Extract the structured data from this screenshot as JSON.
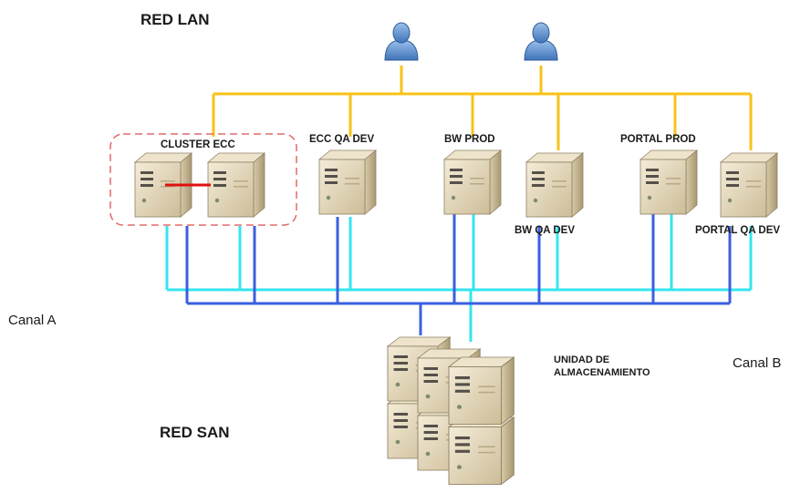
{
  "titles": {
    "lan": "RED LAN",
    "san": "RED SAN"
  },
  "channels": {
    "a": "Canal A",
    "b": "Canal B"
  },
  "server_labels": {
    "cluster": "CLUSTER ECC",
    "ecc_qa_dev": "ECC QA DEV",
    "bw_prod": "BW PROD",
    "bw_qa_dev": "BW QA DEV",
    "portal_prod": "PORTAL PROD",
    "portal_qa_dev": "PORTAL QA DEV"
  },
  "storage": {
    "line1": "UNIDAD DE",
    "line2": "ALMACENAMIENTO"
  },
  "colors": {
    "lan_line": "#f7c21a",
    "channel_a": "#3b5fe0",
    "channel_b": "#33e6f0",
    "cluster_border": "#e06a6a",
    "heartbeat": "#e01010",
    "user": "#5a8fd0",
    "server_face": "#e3d6b6"
  },
  "icons": [
    "user-icon",
    "server-icon",
    "storage-unit-icon"
  ]
}
